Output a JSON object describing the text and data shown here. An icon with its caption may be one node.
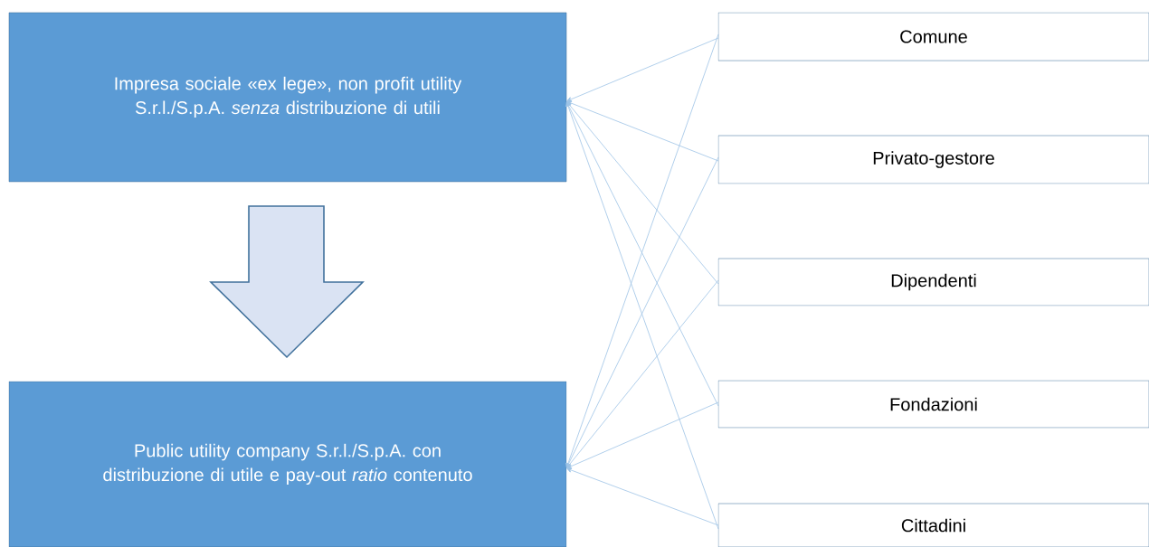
{
  "diagram": {
    "nodes": [
      {
        "text": [
          "Impresa sociale «ex lege», non profit utility S.r.l./S.p.A. *senza* distribuzione di utili"
        ]
      },
      {
        "text": [
          "Public utility company S.r.l./S.p.A.  con distribuzione di utile e pay-out *ratio* contenuto"
        ]
      },
      {
        "text": [
          "Comune"
        ]
      },
      {
        "text": [
          "Privato-gestore"
        ]
      },
      {
        "text": [
          "Dipendenti"
        ]
      },
      {
        "text": [
          "Fondazioni"
        ]
      },
      {
        "text": [
          "Cittadini"
        ]
      }
    ],
    "edges": [
      {
        "from": 0,
        "to": 1,
        "arrow": "to",
        "style": "thick"
      },
      {
        "from": 2,
        "to": 0,
        "arrow": "to"
      },
      {
        "from": 3,
        "to": 0,
        "arrow": "to"
      },
      {
        "from": 4,
        "to": 0,
        "arrow": "to"
      },
      {
        "from": 5,
        "to": 0,
        "arrow": "to"
      },
      {
        "from": 6,
        "to": 0,
        "arrow": "to"
      },
      {
        "from": 2,
        "to": 1,
        "arrow": "to"
      },
      {
        "from": 3,
        "to": 1,
        "arrow": "to"
      },
      {
        "from": 4,
        "to": 1,
        "arrow": "to"
      },
      {
        "from": 5,
        "to": 1,
        "arrow": "to"
      },
      {
        "from": 6,
        "to": 1,
        "arrow": "to"
      }
    ]
  }
}
